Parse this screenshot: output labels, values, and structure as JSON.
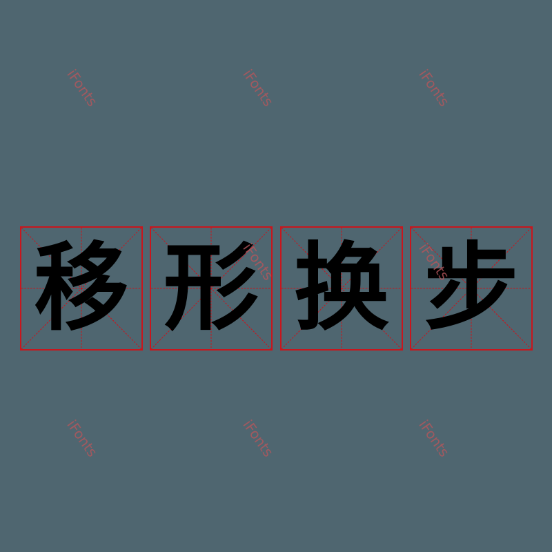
{
  "title": "移形换步",
  "characters": [
    "移",
    "形",
    "换",
    "步"
  ],
  "watermark": "iFonts",
  "colors": {
    "background": "#4f6670",
    "grid": "#c8161d",
    "glyph": "#000000",
    "watermark": "#b5565c"
  }
}
